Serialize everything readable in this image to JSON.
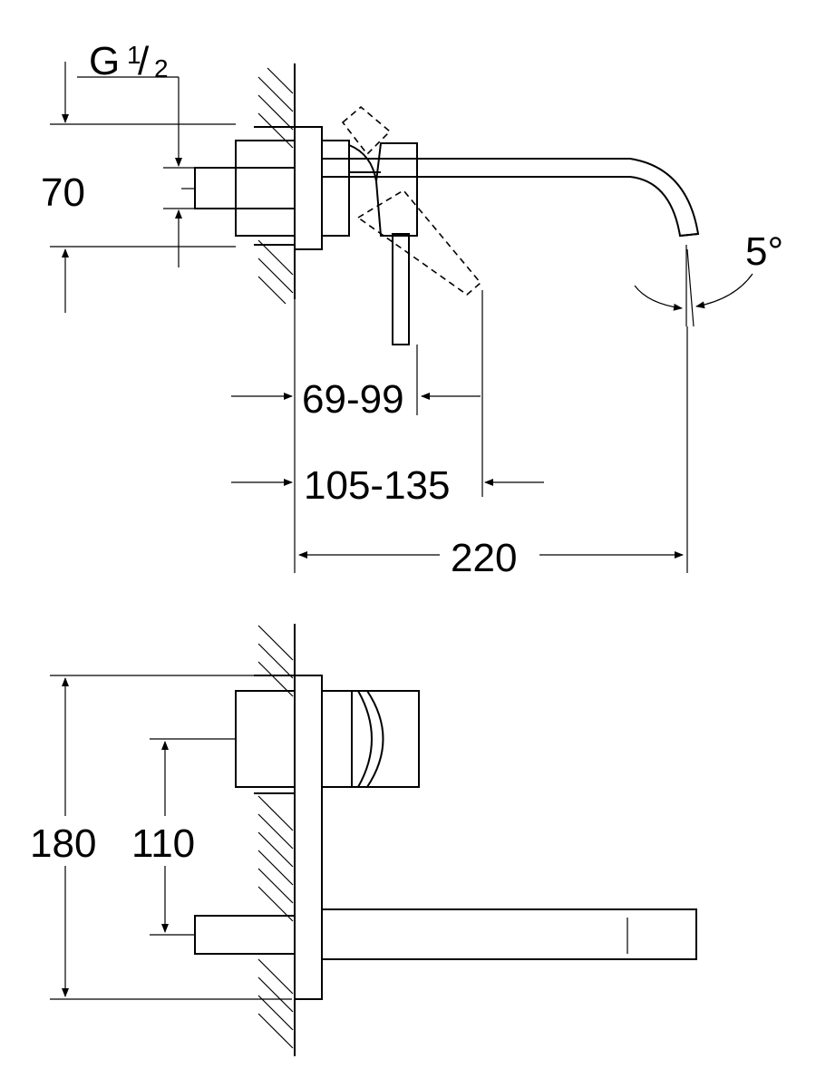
{
  "dimensions": {
    "thread": {
      "main": "G",
      "sup": "1",
      "sub": "2"
    },
    "centers_top": "70",
    "angle": "5°",
    "lever_depth": "69-99",
    "installation_depth": "105-135",
    "spout_projection": "220",
    "plate_height": "180",
    "centers_front": "110"
  }
}
